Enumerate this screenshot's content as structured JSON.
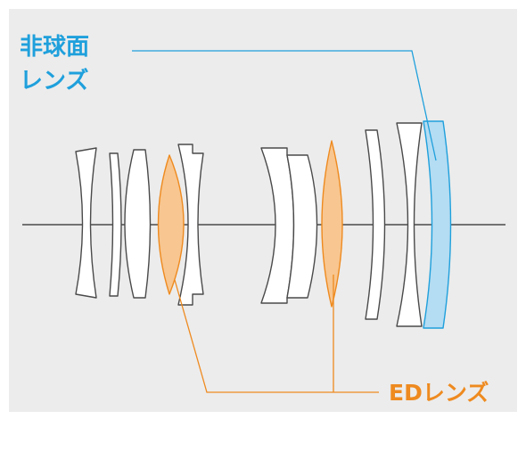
{
  "labels": {
    "aspheric_line1": "非球面",
    "aspheric_line2": "レンズ",
    "ed": "EDレンズ"
  },
  "colors": {
    "background": "#ececec",
    "lens_fill": "#ffffff",
    "lens_stroke": "#4a4a4a",
    "aspheric": "#1fa0dc",
    "aspheric_fill": "#b4dcf2",
    "ed": "#ee8a1f",
    "ed_fill": "#f8c690",
    "axis": "#2a2a2a"
  },
  "legend": [
    {
      "id": "aspheric",
      "label_keys": [
        "aspheric_line1",
        "aspheric_line2"
      ],
      "element_count": 1
    },
    {
      "id": "ed",
      "label_keys": [
        "ed"
      ],
      "element_count": 2
    }
  ]
}
